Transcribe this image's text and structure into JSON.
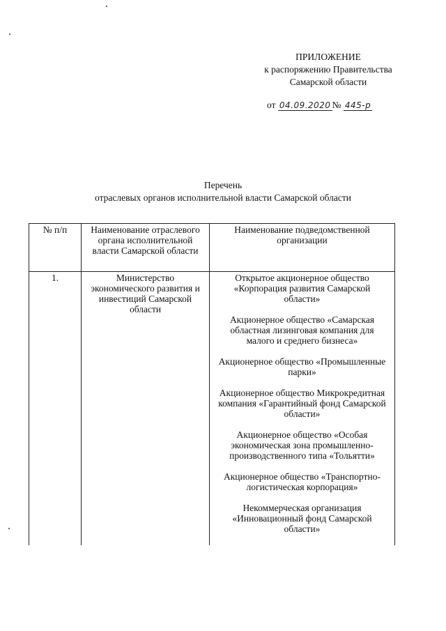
{
  "header": {
    "lines": [
      "ПРИЛОЖЕНИЕ",
      "к распоряжению Правительства",
      "Самарской области"
    ],
    "order_prefix": "от",
    "order_date": "04.09.2020",
    "order_number_sign": "№",
    "order_number": "445-р"
  },
  "title": {
    "line1": "Перечень",
    "line2": "отраслевых органов исполнительной власти Самарской области"
  },
  "table": {
    "headers": [
      "№ п/п",
      "Наименование отраслевого органа исполнительной власти Самарской области",
      "Наименование подведомственной организации"
    ],
    "rows": [
      {
        "number": "1.",
        "ministry": "Министерство экономического развития и инвестиций Самарской области",
        "organizations": [
          "Открытое акционерное общество «Корпорация развития Самарской области»",
          "Акционерное общество «Самарская областная лизинговая компания для малого и среднего бизнеса»",
          "Акционерное общество «Промышленные парки»",
          "Акционерное общество Микрокредитная компания «Гарантийный фонд Самарской области»",
          "Акционерное общество «Особая экономическая зона промышленно-производственного типа «Тольятти»",
          "Акционерное общество «Транспортно-логистическая корпорация»",
          "Некоммерческая организация «Инновационный фонд Самарской области»"
        ]
      }
    ]
  }
}
